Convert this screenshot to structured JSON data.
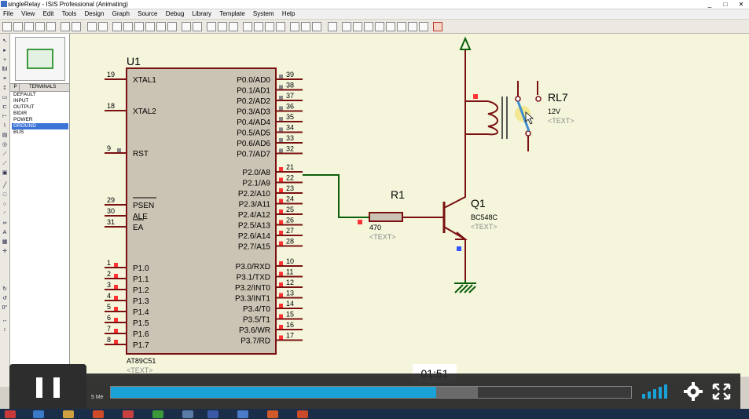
{
  "window": {
    "title": "singleRelay - ISIS Professional (Animating)",
    "controls": [
      "_",
      "□",
      "✕"
    ]
  },
  "menu": [
    "File",
    "View",
    "Edit",
    "Tools",
    "Design",
    "Graph",
    "Source",
    "Debug",
    "Library",
    "Template",
    "System",
    "Help"
  ],
  "panel": {
    "selector_letter": "P",
    "header": "TERMINALS",
    "items": [
      "DEFAULT",
      "INPUT",
      "OUTPUT",
      "BIDIR",
      "POWER",
      "GROUND",
      "BUS"
    ],
    "selected_index": 5
  },
  "schematic": {
    "u1": {
      "ref": "U1",
      "part": "AT89C51",
      "text_placeholder": "<TEXT>",
      "left_pins": [
        {
          "num": "19",
          "name": "XTAL1"
        },
        {
          "num": "18",
          "name": "XTAL2"
        },
        {
          "num": "9",
          "name": "RST"
        },
        {
          "num": "29",
          "name": "PSEN"
        },
        {
          "num": "30",
          "name": "ALE"
        },
        {
          "num": "31",
          "name": "EA"
        },
        {
          "num": "1",
          "name": "P1.0"
        },
        {
          "num": "2",
          "name": "P1.1"
        },
        {
          "num": "3",
          "name": "P1.2"
        },
        {
          "num": "4",
          "name": "P1.3"
        },
        {
          "num": "5",
          "name": "P1.4"
        },
        {
          "num": "6",
          "name": "P1.5"
        },
        {
          "num": "7",
          "name": "P1.6"
        },
        {
          "num": "8",
          "name": "P1.7"
        }
      ],
      "right_pins": [
        {
          "num": "39",
          "name": "P0.0/AD0"
        },
        {
          "num": "38",
          "name": "P0.1/AD1"
        },
        {
          "num": "37",
          "name": "P0.2/AD2"
        },
        {
          "num": "36",
          "name": "P0.3/AD3"
        },
        {
          "num": "35",
          "name": "P0.4/AD4"
        },
        {
          "num": "34",
          "name": "P0.5/AD5"
        },
        {
          "num": "33",
          "name": "P0.6/AD6"
        },
        {
          "num": "32",
          "name": "P0.7/AD7"
        },
        {
          "num": "21",
          "name": "P2.0/A8"
        },
        {
          "num": "22",
          "name": "P2.1/A9"
        },
        {
          "num": "23",
          "name": "P2.2/A10"
        },
        {
          "num": "24",
          "name": "P2.3/A11"
        },
        {
          "num": "25",
          "name": "P2.4/A12"
        },
        {
          "num": "26",
          "name": "P2.5/A13"
        },
        {
          "num": "27",
          "name": "P2.6/A14"
        },
        {
          "num": "28",
          "name": "P2.7/A15"
        },
        {
          "num": "10",
          "name": "P3.0/RXD"
        },
        {
          "num": "11",
          "name": "P3.1/TXD"
        },
        {
          "num": "12",
          "name": "P3.2/INT0"
        },
        {
          "num": "13",
          "name": "P3.3/INT1"
        },
        {
          "num": "14",
          "name": "P3.4/T0"
        },
        {
          "num": "15",
          "name": "P3.5/T1"
        },
        {
          "num": "16",
          "name": "P3.6/WR"
        },
        {
          "num": "17",
          "name": "P3.7/RD"
        }
      ]
    },
    "r1": {
      "ref": "R1",
      "value": "470",
      "text_placeholder": "<TEXT>"
    },
    "q1": {
      "ref": "Q1",
      "part": "BC548C",
      "text_placeholder": "<TEXT>"
    },
    "rl7": {
      "ref": "RL7",
      "value": "12V",
      "text_placeholder": "<TEXT>"
    },
    "colors": {
      "wire": "#7a1010",
      "net_wire": "#0b5f0b",
      "pin_high": "#ff3333",
      "pin_low": "#3355ff",
      "ic_body": "#cbc3b3"
    }
  },
  "player": {
    "current_time": "01:51",
    "progress_fraction": 0.625,
    "buffered_fraction": 0.705,
    "accent": "#1aa1d8"
  },
  "status": {
    "message": "5 Me"
  }
}
